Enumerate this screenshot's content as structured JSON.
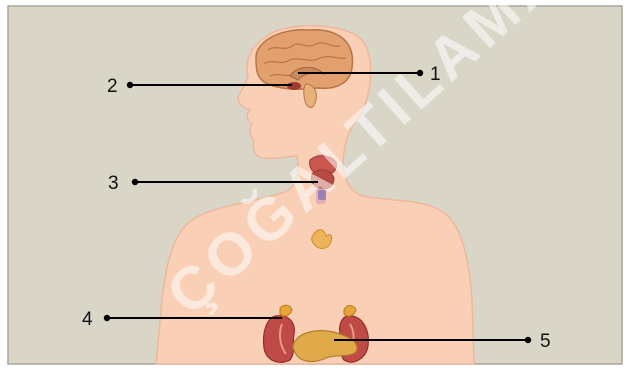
{
  "labels": {
    "l1": "1",
    "l2": "2",
    "l3": "3",
    "l4": "4",
    "l5": "5"
  },
  "watermark": "ÇOĞALTILAMAZ",
  "colors": {
    "background": "#d9d6c8",
    "frame": "#a8a598",
    "skin": "#f9cfb5",
    "skin_outline": "#eeb79c",
    "brain": "#e2a06e",
    "kidney": "#c04a45",
    "adrenal": "#e8a33a",
    "pancreas": "#e0aa4a",
    "thyroid": "#c9574f",
    "leader_line": "#000000"
  },
  "icons": {
    "brain": "brain-icon",
    "pituitary": "pituitary-gland-icon",
    "thyroid": "thyroid-gland-icon",
    "thymus": "thymus-icon",
    "kidney": "kidney-icon",
    "adrenal": "adrenal-gland-icon",
    "pancreas": "pancreas-icon"
  }
}
